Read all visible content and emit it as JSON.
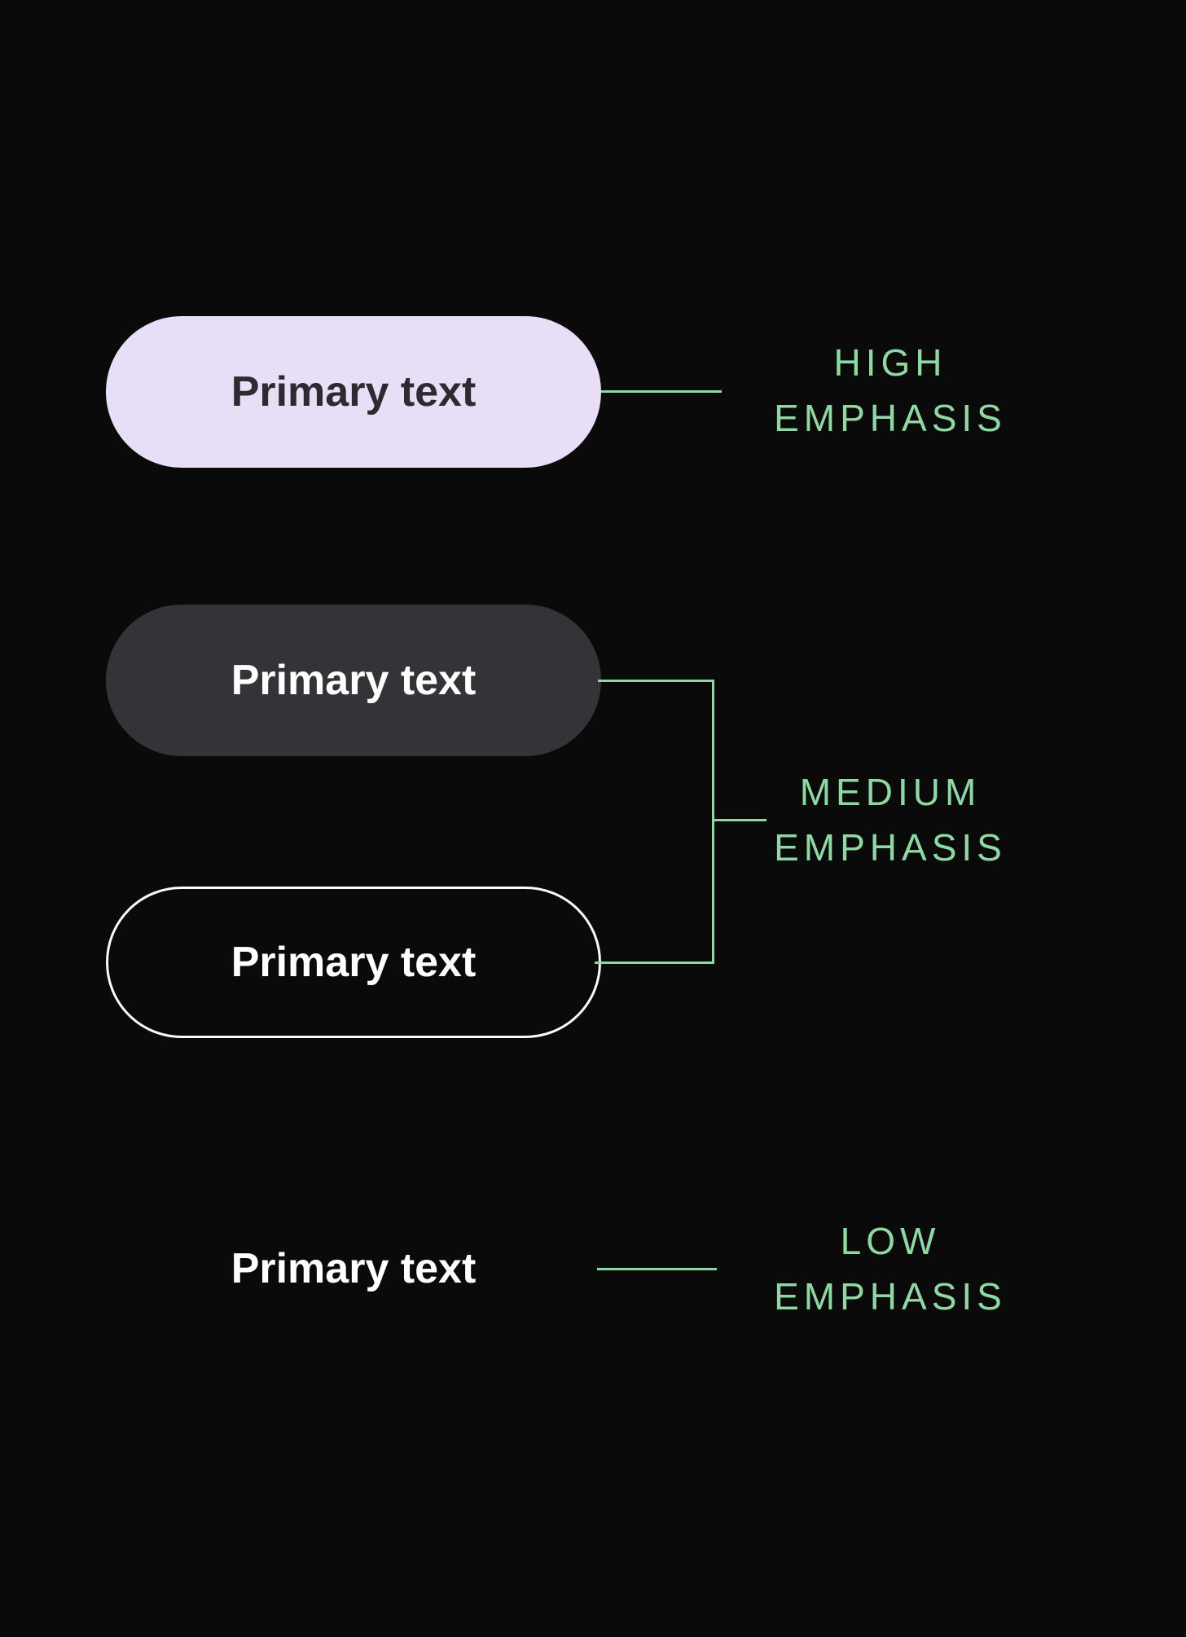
{
  "diagram": {
    "buttons": {
      "filled": {
        "label": "Primary text",
        "emphasis": "high"
      },
      "tonal": {
        "label": "Primary text",
        "emphasis": "medium"
      },
      "outlined": {
        "label": "Primary text",
        "emphasis": "medium"
      },
      "text": {
        "label": "Primary text",
        "emphasis": "low"
      }
    },
    "emphasis_labels": {
      "high": {
        "line1": "HIGH",
        "line2": "EMPHASIS"
      },
      "medium": {
        "line1": "MEDIUM",
        "line2": "EMPHASIS"
      },
      "low": {
        "line1": "LOW",
        "line2": "EMPHASIS"
      }
    },
    "colors": {
      "background": "#0a0a0b",
      "accent_green": "#90d8a3",
      "filled_button_bg": "#e8def8",
      "filled_button_text": "#2d2a32",
      "tonal_button_bg": "#333338",
      "tonal_button_text": "#ffffff",
      "outlined_button_border": "#fafafa",
      "outlined_button_text": "#ffffff",
      "text_button_text": "#ffffff"
    }
  }
}
